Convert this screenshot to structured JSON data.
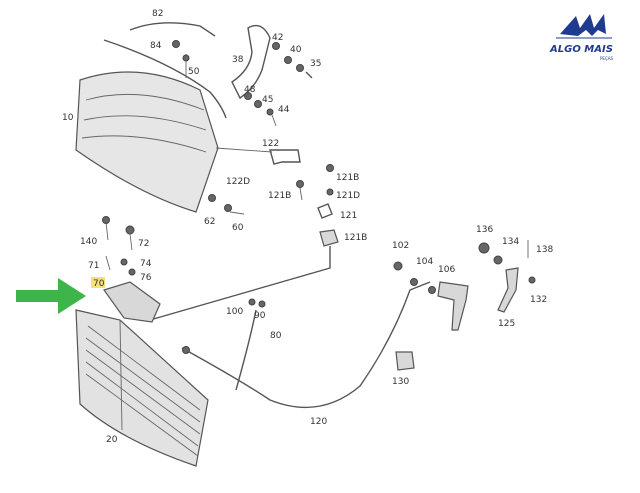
{
  "logo": {
    "text": "ALGO MAIS",
    "sub": "PEÇAS",
    "color": "#1f3b8f"
  },
  "highlight": {
    "label": "70",
    "color": "#f3e27a"
  },
  "arrow_color": "#3db54a",
  "labels": {
    "l82": "82",
    "l84": "84",
    "l50": "50",
    "l10": "10",
    "l42": "42",
    "l40": "40",
    "l35": "35",
    "l38": "38",
    "l48": "48",
    "l45": "45",
    "l44": "44",
    "l122": "122",
    "l122d": "122D",
    "l121b": "121B",
    "l121d": "121D",
    "l121b2": "121B",
    "l121": "121",
    "l62": "62",
    "l60": "60",
    "l121b3": "121B",
    "l140": "140",
    "l72": "72",
    "l71": "71",
    "l74": "74",
    "l76": "76",
    "l102": "102",
    "l104": "104",
    "l106": "106",
    "l136": "136",
    "l134": "134",
    "l138": "138",
    "l132": "132",
    "l125": "125",
    "l100": "100",
    "l90": "90",
    "l80": "80",
    "l130": "130",
    "l120": "120",
    "l20": "20"
  }
}
